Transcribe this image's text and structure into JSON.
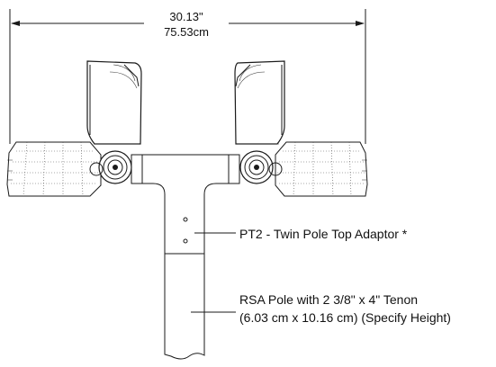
{
  "dimension": {
    "inches": "30.13\"",
    "cm": "75.53cm"
  },
  "callouts": {
    "adaptor": "PT2 - Twin Pole Top Adaptor *",
    "pole_line1": "RSA Pole with 2 3/8\" x 4\" Tenon",
    "pole_line2": "(6.03 cm x 10.16 cm) (Specify Height)"
  }
}
